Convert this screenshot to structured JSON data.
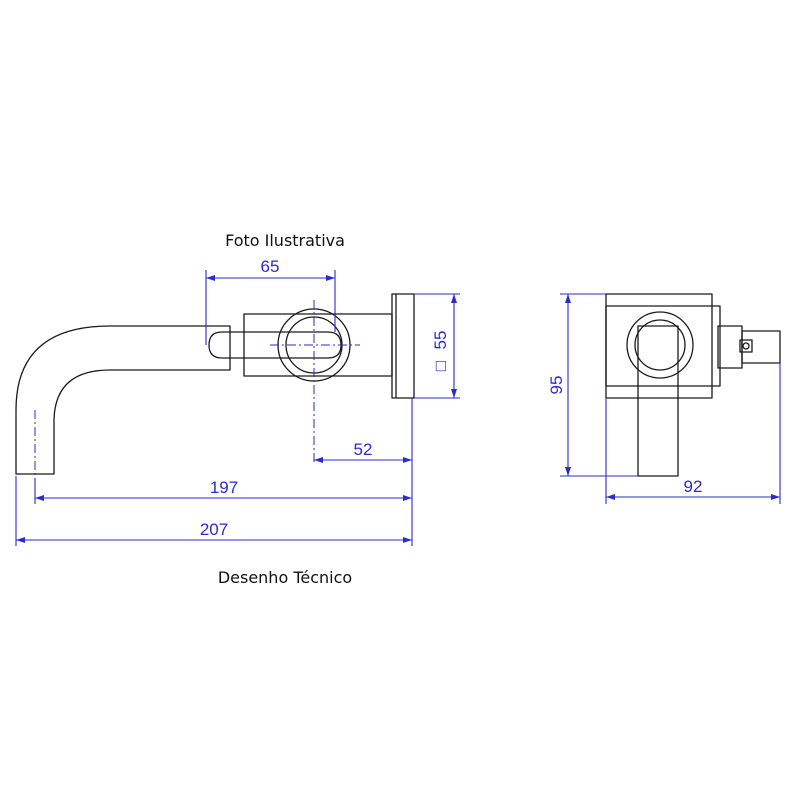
{
  "captions": {
    "top": "Foto Ilustrativa",
    "bottom": "Desenho Técnico"
  },
  "dimensions": {
    "handle_to_wall": "65",
    "wall_plate_height": "55",
    "wall_plate_symbol": "□",
    "axis_to_wall": "52",
    "spout_reach": "197",
    "overall_length": "207",
    "side_height": "95",
    "side_depth": "92"
  },
  "colors": {
    "dimension": "#2b2bd0",
    "outline": "#1a1a1a"
  }
}
